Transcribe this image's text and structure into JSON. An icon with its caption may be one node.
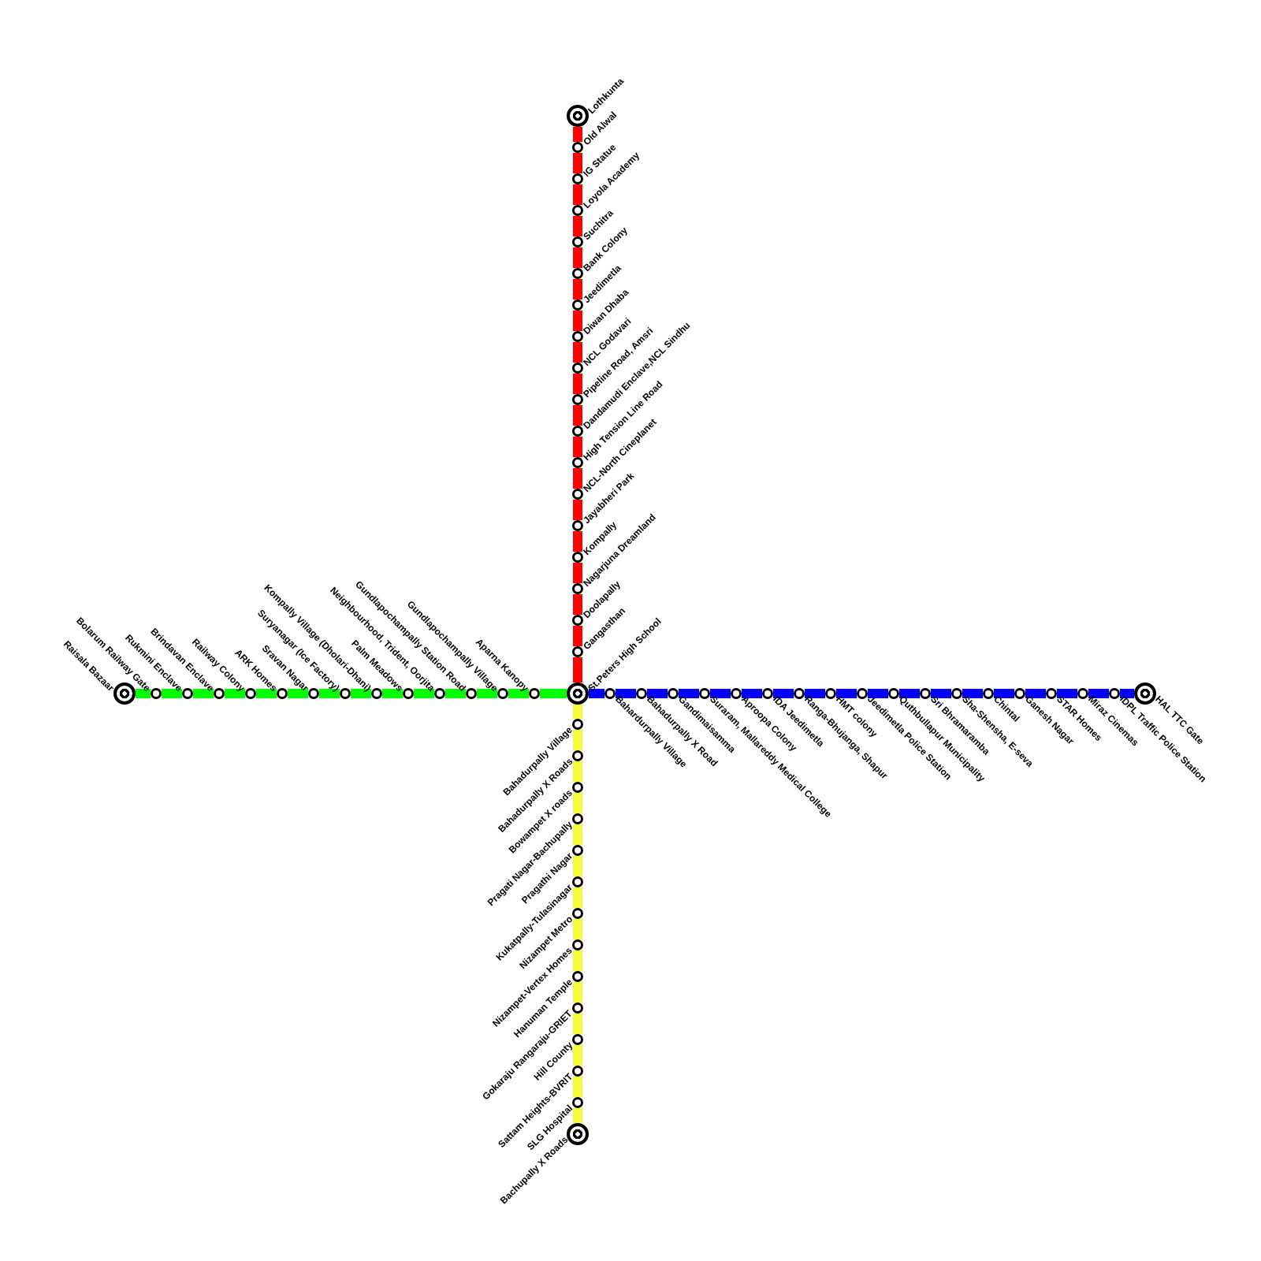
{
  "diagram": {
    "nodes": [
      {
        "text": [
          "Lothkunta"
        ]
      },
      {
        "text": [
          "Old Alwal"
        ]
      },
      {
        "text": [
          "IG Statue"
        ]
      },
      {
        "text": [
          "Loyola Academy"
        ]
      },
      {
        "text": [
          "Suchitra"
        ]
      },
      {
        "text": [
          "Bank Colony"
        ]
      },
      {
        "text": [
          "Jeedimetla"
        ]
      },
      {
        "text": [
          "Diwan Dhaba"
        ]
      },
      {
        "text": [
          "NCL Godavari"
        ]
      },
      {
        "text": [
          "Pipeline Road, Amsri"
        ]
      },
      {
        "text": [
          "Dandamudi Enclave,NCL Sindhu"
        ]
      },
      {
        "text": [
          "High Tension Line Road"
        ]
      },
      {
        "text": [
          "NCL-North Cineplanet"
        ]
      },
      {
        "text": [
          "Jayabheri Park"
        ]
      },
      {
        "text": [
          "Kompally"
        ]
      },
      {
        "text": [
          "Nagarjuna Dreamland"
        ]
      },
      {
        "text": [
          "Doolapally"
        ]
      },
      {
        "text": [
          "Gangasthan"
        ]
      },
      {
        "text": [
          "St.Peters High School"
        ]
      },
      {
        "text": [
          "Raisala Bazaar"
        ]
      },
      {
        "text": [
          "Bolarum Railway Gate"
        ]
      },
      {
        "text": [
          "Rukmini Enclave"
        ]
      },
      {
        "text": [
          "Brindavan Enclave"
        ]
      },
      {
        "text": [
          "Railway Colony"
        ]
      },
      {
        "text": [
          "ARK Homes"
        ]
      },
      {
        "text": [
          "Sravan Nagar"
        ]
      },
      {
        "text": [
          "Suryanagar (Ice Factory)"
        ]
      },
      {
        "text": [
          "Kompally Village (Dholari-Dhani)"
        ]
      },
      {
        "text": [
          "Palm Meadows"
        ]
      },
      {
        "text": [
          "Neighbourhood, Trident, Oorjita"
        ]
      },
      {
        "text": [
          "Gundlapochampally Station Road"
        ]
      },
      {
        "text": [
          "Gundlapochampally Village"
        ]
      },
      {
        "text": [
          "Aparna Kanopy"
        ]
      },
      {
        "text": [
          "Bahardurpally Village"
        ]
      },
      {
        "text": [
          "Bahadurpally X Road"
        ]
      },
      {
        "text": [
          "Gandimaisamma"
        ]
      },
      {
        "text": [
          "Suraram, Mallareddy Medical College"
        ]
      },
      {
        "text": [
          "Aproopa Colony"
        ]
      },
      {
        "text": [
          "IDA Jeedimetla"
        ]
      },
      {
        "text": [
          "Ranga-Bhujanga, Shapur"
        ]
      },
      {
        "text": [
          "HMT colony"
        ]
      },
      {
        "text": [
          "Jeedimetla Police Station"
        ]
      },
      {
        "text": [
          "Quthbullapur Municipality"
        ]
      },
      {
        "text": [
          "Sri Bhramaramba"
        ]
      },
      {
        "text": [
          "Sha-Shensha, E-seva"
        ]
      },
      {
        "text": [
          "Chintal"
        ]
      },
      {
        "text": [
          "Ganesh Nagar"
        ]
      },
      {
        "text": [
          "STAR Homes"
        ]
      },
      {
        "text": [
          "Miraz Cinemas"
        ]
      },
      {
        "text": [
          "IDPL Traffic Police Station"
        ]
      },
      {
        "text": [
          "HAL TTC Gate"
        ]
      },
      {
        "text": [
          "Bahadurpally Village"
        ]
      },
      {
        "text": [
          "Bahadurpally X Roads"
        ]
      },
      {
        "text": [
          "Bowampet X roads"
        ]
      },
      {
        "text": [
          "Pragati Nagar-Bachupally"
        ]
      },
      {
        "text": [
          "Pragathi Nagar"
        ]
      },
      {
        "text": [
          "Kukatpally-Tulasinagar"
        ]
      },
      {
        "text": [
          "Nizampet Metro"
        ]
      },
      {
        "text": [
          "Nizampet-Vertex Homes"
        ]
      },
      {
        "text": [
          "Hanuman Temple"
        ]
      },
      {
        "text": [
          "Gokaraju Rangaraju-GRIET"
        ]
      },
      {
        "text": [
          "Hill County"
        ]
      },
      {
        "text": [
          "Sattam Heights-BVRIT"
        ]
      },
      {
        "text": [
          "SLG Hospital"
        ]
      },
      {
        "text": [
          "Bachupally X Roads"
        ]
      }
    ],
    "edges": [
      {
        "from": 0,
        "to": 1,
        "arrow": "none",
        "color": "#ff0000"
      },
      {
        "from": 1,
        "to": 2,
        "arrow": "none",
        "color": "#ff0000"
      },
      {
        "from": 2,
        "to": 3,
        "arrow": "none",
        "color": "#ff0000"
      },
      {
        "from": 3,
        "to": 4,
        "arrow": "none",
        "color": "#ff0000"
      },
      {
        "from": 4,
        "to": 5,
        "arrow": "none",
        "color": "#ff0000"
      },
      {
        "from": 5,
        "to": 6,
        "arrow": "none",
        "color": "#ff0000"
      },
      {
        "from": 6,
        "to": 7,
        "arrow": "none",
        "color": "#ff0000"
      },
      {
        "from": 7,
        "to": 8,
        "arrow": "none",
        "color": "#ff0000"
      },
      {
        "from": 8,
        "to": 9,
        "arrow": "none",
        "color": "#ff0000"
      },
      {
        "from": 9,
        "to": 10,
        "arrow": "none",
        "color": "#ff0000"
      },
      {
        "from": 10,
        "to": 11,
        "arrow": "none",
        "color": "#ff0000"
      },
      {
        "from": 11,
        "to": 12,
        "arrow": "none",
        "color": "#ff0000"
      },
      {
        "from": 12,
        "to": 13,
        "arrow": "none",
        "color": "#ff0000"
      },
      {
        "from": 13,
        "to": 14,
        "arrow": "none",
        "color": "#ff0000"
      },
      {
        "from": 14,
        "to": 15,
        "arrow": "none",
        "color": "#ff0000"
      },
      {
        "from": 15,
        "to": 16,
        "arrow": "none",
        "color": "#ff0000"
      },
      {
        "from": 16,
        "to": 17,
        "arrow": "none",
        "color": "#ff0000"
      },
      {
        "from": 17,
        "to": 18,
        "arrow": "none",
        "color": "#ff0000"
      },
      {
        "from": 19,
        "to": 20,
        "arrow": "none",
        "color": "#00ff00"
      },
      {
        "from": 20,
        "to": 21,
        "arrow": "none",
        "color": "#00ff00"
      },
      {
        "from": 21,
        "to": 22,
        "arrow": "none",
        "color": "#00ff00"
      },
      {
        "from": 22,
        "to": 23,
        "arrow": "none",
        "color": "#00ff00"
      },
      {
        "from": 23,
        "to": 24,
        "arrow": "none",
        "color": "#00ff00"
      },
      {
        "from": 24,
        "to": 25,
        "arrow": "none",
        "color": "#00ff00"
      },
      {
        "from": 25,
        "to": 26,
        "arrow": "none",
        "color": "#00ff00"
      },
      {
        "from": 26,
        "to": 27,
        "arrow": "none",
        "color": "#00ff00"
      },
      {
        "from": 27,
        "to": 28,
        "arrow": "none",
        "color": "#00ff00"
      },
      {
        "from": 28,
        "to": 29,
        "arrow": "none",
        "color": "#00ff00"
      },
      {
        "from": 29,
        "to": 30,
        "arrow": "none",
        "color": "#00ff00"
      },
      {
        "from": 30,
        "to": 31,
        "arrow": "none",
        "color": "#00ff00"
      },
      {
        "from": 31,
        "to": 32,
        "arrow": "none",
        "color": "#00ff00"
      },
      {
        "from": 32,
        "to": 18,
        "arrow": "none",
        "color": "#00ff00"
      },
      {
        "from": 18,
        "to": 33,
        "arrow": "none",
        "color": "#0000ff"
      },
      {
        "from": 33,
        "to": 34,
        "arrow": "none",
        "color": "#0000ff"
      },
      {
        "from": 34,
        "to": 35,
        "arrow": "none",
        "color": "#0000ff"
      },
      {
        "from": 35,
        "to": 36,
        "arrow": "none",
        "color": "#0000ff"
      },
      {
        "from": 36,
        "to": 37,
        "arrow": "none",
        "color": "#0000ff"
      },
      {
        "from": 37,
        "to": 38,
        "arrow": "none",
        "color": "#0000ff"
      },
      {
        "from": 38,
        "to": 39,
        "arrow": "none",
        "color": "#0000ff"
      },
      {
        "from": 39,
        "to": 40,
        "arrow": "none",
        "color": "#0000ff"
      },
      {
        "from": 40,
        "to": 41,
        "arrow": "none",
        "color": "#0000ff"
      },
      {
        "from": 41,
        "to": 42,
        "arrow": "none",
        "color": "#0000ff"
      },
      {
        "from": 42,
        "to": 43,
        "arrow": "none",
        "color": "#0000ff"
      },
      {
        "from": 43,
        "to": 44,
        "arrow": "none",
        "color": "#0000ff"
      },
      {
        "from": 44,
        "to": 45,
        "arrow": "none",
        "color": "#0000ff"
      },
      {
        "from": 45,
        "to": 46,
        "arrow": "none",
        "color": "#0000ff"
      },
      {
        "from": 46,
        "to": 47,
        "arrow": "none",
        "color": "#0000ff"
      },
      {
        "from": 47,
        "to": 48,
        "arrow": "none",
        "color": "#0000ff"
      },
      {
        "from": 48,
        "to": 49,
        "arrow": "none",
        "color": "#0000ff"
      },
      {
        "from": 49,
        "to": 50,
        "arrow": "none",
        "color": "#0000ff"
      },
      {
        "from": 18,
        "to": 51,
        "arrow": "none",
        "color": "#f4fa3c"
      },
      {
        "from": 51,
        "to": 52,
        "arrow": "none",
        "color": "#f4fa3c"
      },
      {
        "from": 52,
        "to": 53,
        "arrow": "none",
        "color": "#f4fa3c"
      },
      {
        "from": 53,
        "to": 54,
        "arrow": "none",
        "color": "#f4fa3c"
      },
      {
        "from": 54,
        "to": 55,
        "arrow": "none",
        "color": "#f4fa3c"
      },
      {
        "from": 55,
        "to": 56,
        "arrow": "none",
        "color": "#f4fa3c"
      },
      {
        "from": 56,
        "to": 57,
        "arrow": "none",
        "color": "#f4fa3c"
      },
      {
        "from": 57,
        "to": 58,
        "arrow": "none",
        "color": "#f4fa3c"
      },
      {
        "from": 58,
        "to": 59,
        "arrow": "none",
        "color": "#f4fa3c"
      },
      {
        "from": 59,
        "to": 60,
        "arrow": "none",
        "color": "#f4fa3c"
      },
      {
        "from": 60,
        "to": 61,
        "arrow": "none",
        "color": "#f4fa3c"
      },
      {
        "from": 61,
        "to": 62,
        "arrow": "none",
        "color": "#f4fa3c"
      },
      {
        "from": 62,
        "to": 63,
        "arrow": "none",
        "color": "#f4fa3c"
      },
      {
        "from": 63,
        "to": 64,
        "arrow": "none",
        "color": "#f4fa3c"
      }
    ]
  }
}
